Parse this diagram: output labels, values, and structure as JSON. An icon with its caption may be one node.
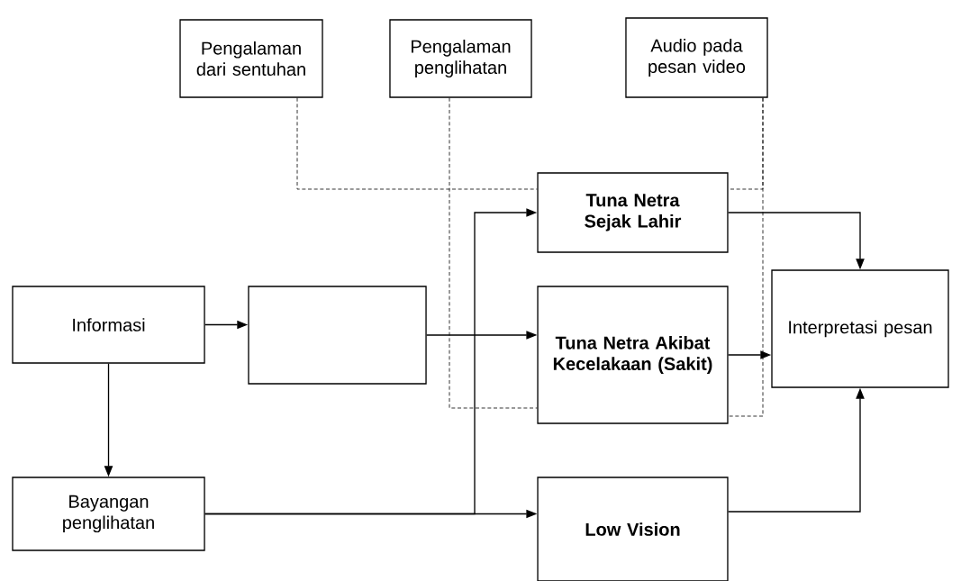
{
  "diagram": {
    "nodes": [
      {
        "text": [
          "Pengalaman dari sentuhan"
        ]
      },
      {
        "text": [
          "Pengalaman penglihatan"
        ]
      },
      {
        "text": [
          "Audio pada pesan video"
        ]
      },
      {
        "text": [
          "Informasi"
        ]
      },
      {
        "text": [],
        "shape": "box"
      },
      {
        "text": [
          "Tuna Netra Sejak Lahir"
        ]
      },
      {
        "text": [
          "Tuna Netra Akibat Kecelakaan (Sakit)"
        ]
      },
      {
        "text": [
          "Interpretasi pesan"
        ]
      },
      {
        "text": [
          "Bayangan penglihatan"
        ]
      },
      {
        "text": [
          "Low Vision"
        ]
      }
    ],
    "edges": [
      {
        "from": 3,
        "to": 4,
        "arrow": "to"
      },
      {
        "from": 4,
        "to": 6,
        "arrow": "to"
      },
      {
        "from": 3,
        "to": 8,
        "arrow": "to"
      },
      {
        "from": 8,
        "to": 9,
        "arrow": "to"
      },
      {
        "from": 8,
        "to": 5,
        "arrow": "to"
      },
      {
        "from": 5,
        "to": 7,
        "arrow": "to"
      },
      {
        "from": 6,
        "to": 7,
        "arrow": "to"
      },
      {
        "from": 9,
        "to": 7,
        "arrow": "to"
      },
      {
        "from": 0,
        "to": 5,
        "arrow": "none",
        "style": "dashed"
      },
      {
        "from": 1,
        "to": 6,
        "arrow": "none",
        "style": "dashed"
      },
      {
        "from": 2,
        "to": 5,
        "arrow": "none",
        "style": "dashed"
      },
      {
        "from": 2,
        "to": 6,
        "arrow": "none",
        "style": "dashed"
      }
    ]
  }
}
